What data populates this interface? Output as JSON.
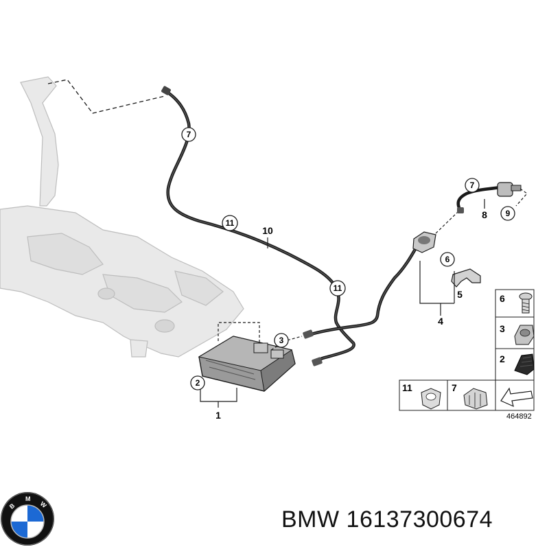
{
  "diagram": {
    "callouts": {
      "c7_top": "7",
      "c11_a": "11",
      "c11_b": "11",
      "c3": "3",
      "c2": "2",
      "c7_right": "7",
      "c9": "9",
      "c6": "6"
    },
    "labels": {
      "l10": "10",
      "l8": "8",
      "l4": "4",
      "l5": "5",
      "l1": "1"
    },
    "legend": {
      "items": [
        {
          "num": "6",
          "part": "screw-icon"
        },
        {
          "num": "3",
          "part": "nut-icon"
        },
        {
          "num": "2",
          "part": "rubber-pad-icon"
        },
        {
          "num": "11",
          "part": "clip-icon"
        },
        {
          "num": "7",
          "part": "hose-clip-icon"
        }
      ],
      "arrow": "arrow-icon"
    },
    "reference_number": "464892"
  },
  "footer": {
    "brand_logo": "bmw-logo",
    "text": "BMW 16137300674"
  },
  "colors": {
    "line": "#1a1a1a",
    "ghost_part": "#e6e6e6",
    "ghost_outline": "#b8b8b8",
    "canister": "#8a8a8a",
    "bmw_blue": "#1c69d4"
  }
}
